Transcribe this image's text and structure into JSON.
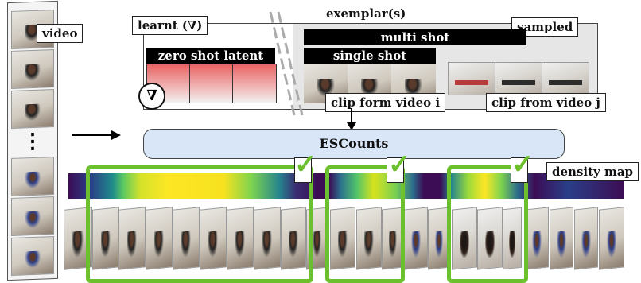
{
  "labels": {
    "video": "video",
    "exemplars": "exemplar(s)",
    "learnt": "learnt (∇)",
    "sampled": "sampled",
    "multi_shot": "multi shot",
    "zero_shot": "zero shot latent",
    "single_shot": "single shot",
    "clip_i": "clip form video i",
    "clip_j": "clip from video j",
    "nabla_symbol": "∇",
    "escounts": "ESCounts",
    "density_map": "density map",
    "dots": "⋮",
    "check": "✓"
  },
  "colors": {
    "green": "#6cc02d",
    "escounts_fill": "#d8e6f7",
    "zero_shot_gradient_top": "#e86464",
    "zero_shot_gradient_bottom": "#f2f2f2"
  }
}
